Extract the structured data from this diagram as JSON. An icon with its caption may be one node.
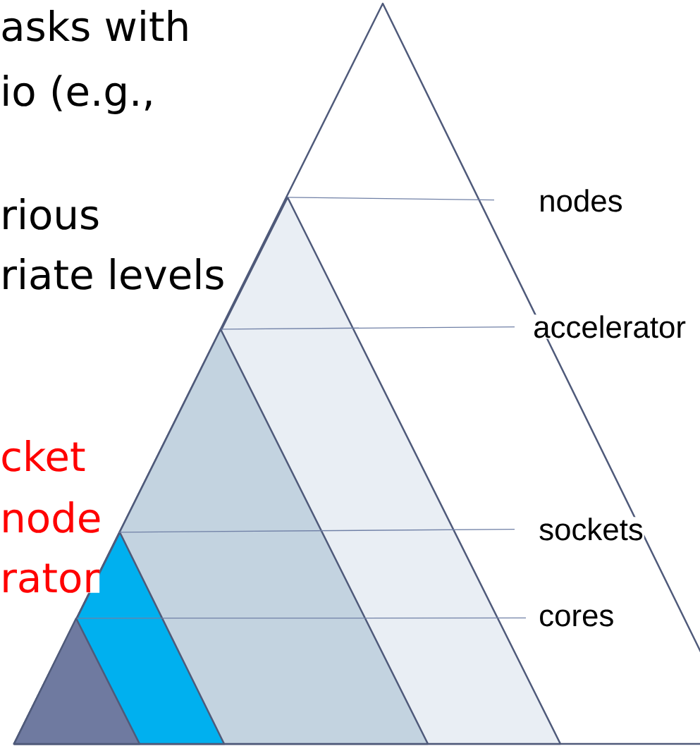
{
  "diagram": {
    "nodes": [
      {
        "text": [],
        "shape": "triangle"
      },
      {
        "text": [],
        "shape": "triangle",
        "in": 0
      },
      {
        "text": [],
        "shape": "triangle",
        "in": 1
      },
      {
        "text": [],
        "shape": "triangle",
        "in": 2
      },
      {
        "text": [],
        "shape": "triangle",
        "in": 3
      },
      {
        "text": [
          "nodes"
        ]
      },
      {
        "text": [
          "accelerator"
        ]
      },
      {
        "text": [
          "sockets"
        ],
        "in": 0
      },
      {
        "text": [
          "cores"
        ],
        "in": 0
      }
    ],
    "edges": [
      {
        "from": 5,
        "to": 1,
        "arrow": "none"
      },
      {
        "from": 6,
        "to": 2,
        "arrow": "none"
      },
      {
        "from": 7,
        "to": 3,
        "arrow": "none"
      },
      {
        "from": 8,
        "to": 4,
        "arrow": "none"
      }
    ],
    "labels": [
      "asks with",
      "io (e.g.,",
      "rious",
      "riate levels",
      "cket",
      "node",
      "rator"
    ]
  }
}
